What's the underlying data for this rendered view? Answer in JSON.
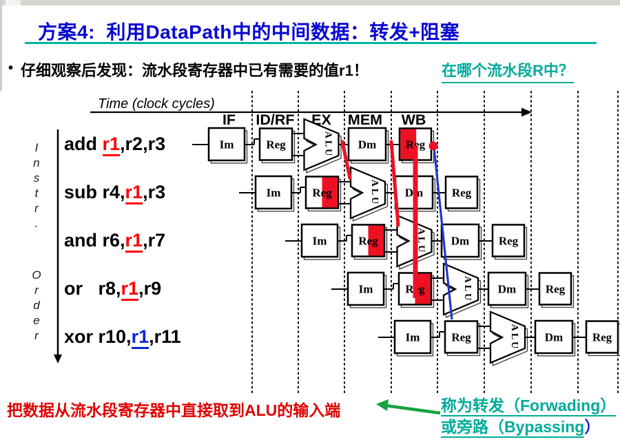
{
  "title": {
    "text": "方案4:  利用DataPath中的中间数据：转发+阻塞",
    "color": "#0505d2",
    "rule_color": "#00b5a2"
  },
  "bullet": {
    "dot": "•",
    "text": "仔细观察后发现：流水段寄存器中已有需要的值r1！",
    "question": "在哪个流水段R中？"
  },
  "timeline": {
    "label": "Time (clock cycles)"
  },
  "stages": [
    "IF",
    "ID/RF",
    "EX",
    "MEM",
    "WB"
  ],
  "instr_order": {
    "word1": "Instr.",
    "word2": "Order"
  },
  "instructions": [
    {
      "pre": "add ",
      "hl": "r1",
      "post": ",r2,r3",
      "hl_color": "#ff0000"
    },
    {
      "pre": "sub r4,",
      "hl": "r1",
      "post": ",r3",
      "hl_color": "#ff0000"
    },
    {
      "pre": "and r6,",
      "hl": "r1",
      "post": ",r7",
      "hl_color": "#ff0000"
    },
    {
      "pre": "or   r8,",
      "hl": "r1",
      "post": ",r9",
      "hl_color": "#ff0000"
    },
    {
      "pre": "xor r10,",
      "hl": "r1",
      "post": ",r11",
      "hl_color": "#0b23e0"
    }
  ],
  "pipeline": {
    "box_labels": {
      "im": "Im",
      "reg": "Reg",
      "alu": "ALU",
      "dm": "Dm"
    },
    "rows": [
      {
        "red_reg": "wb-left"
      },
      {
        "red_reg": "id-right"
      },
      {
        "red_reg": "id-right"
      },
      {
        "red_reg": "id-right"
      },
      {
        "red_reg": null
      }
    ],
    "colors": {
      "highlight": "#ee1122",
      "writeback_line": "#2038c8",
      "grid": "#111111"
    }
  },
  "footer": {
    "claim": "把数据从流水段寄存器中直接取到ALU的输入端",
    "term_line1": "称为转发（Forwading）",
    "term_line2_main": "或旁路（Bypassing",
    "term_line2_paren": "）",
    "claim_color": "#e00000",
    "term_color": "#00ab9a",
    "arrow_color": "#12a23f"
  }
}
